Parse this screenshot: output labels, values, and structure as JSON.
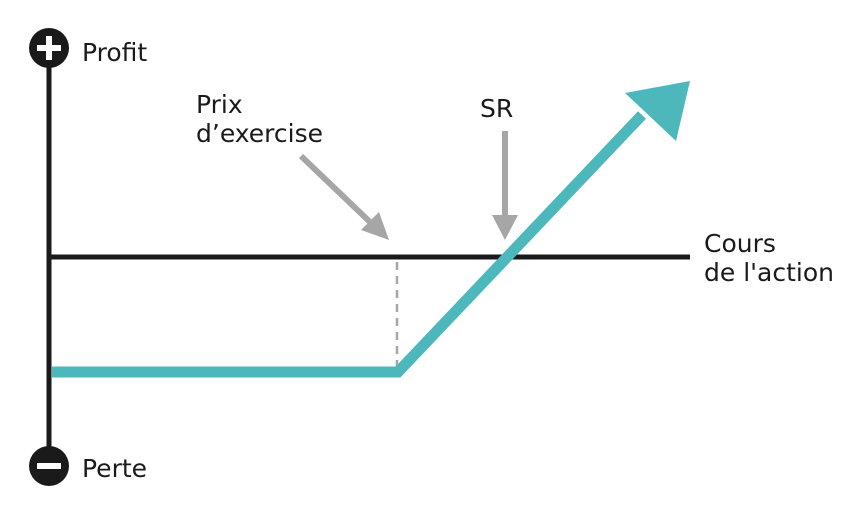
{
  "diagram": {
    "profit_label": "Profit",
    "loss_label": "Perte",
    "plus_symbol": "+",
    "minus_symbol": "−",
    "axis_label_line1": "Cours",
    "axis_label_line2": "de l'action",
    "strike_label_line1": "Prix",
    "strike_label_line2": "d’exercise",
    "breakeven_label": "SR"
  },
  "colors": {
    "axis": "#1a1a1a",
    "payoff_line": "#4db8bb",
    "pointer": "#a6a6a6",
    "dashed_guide": "#a6a6a6",
    "background": "#ffffff"
  }
}
